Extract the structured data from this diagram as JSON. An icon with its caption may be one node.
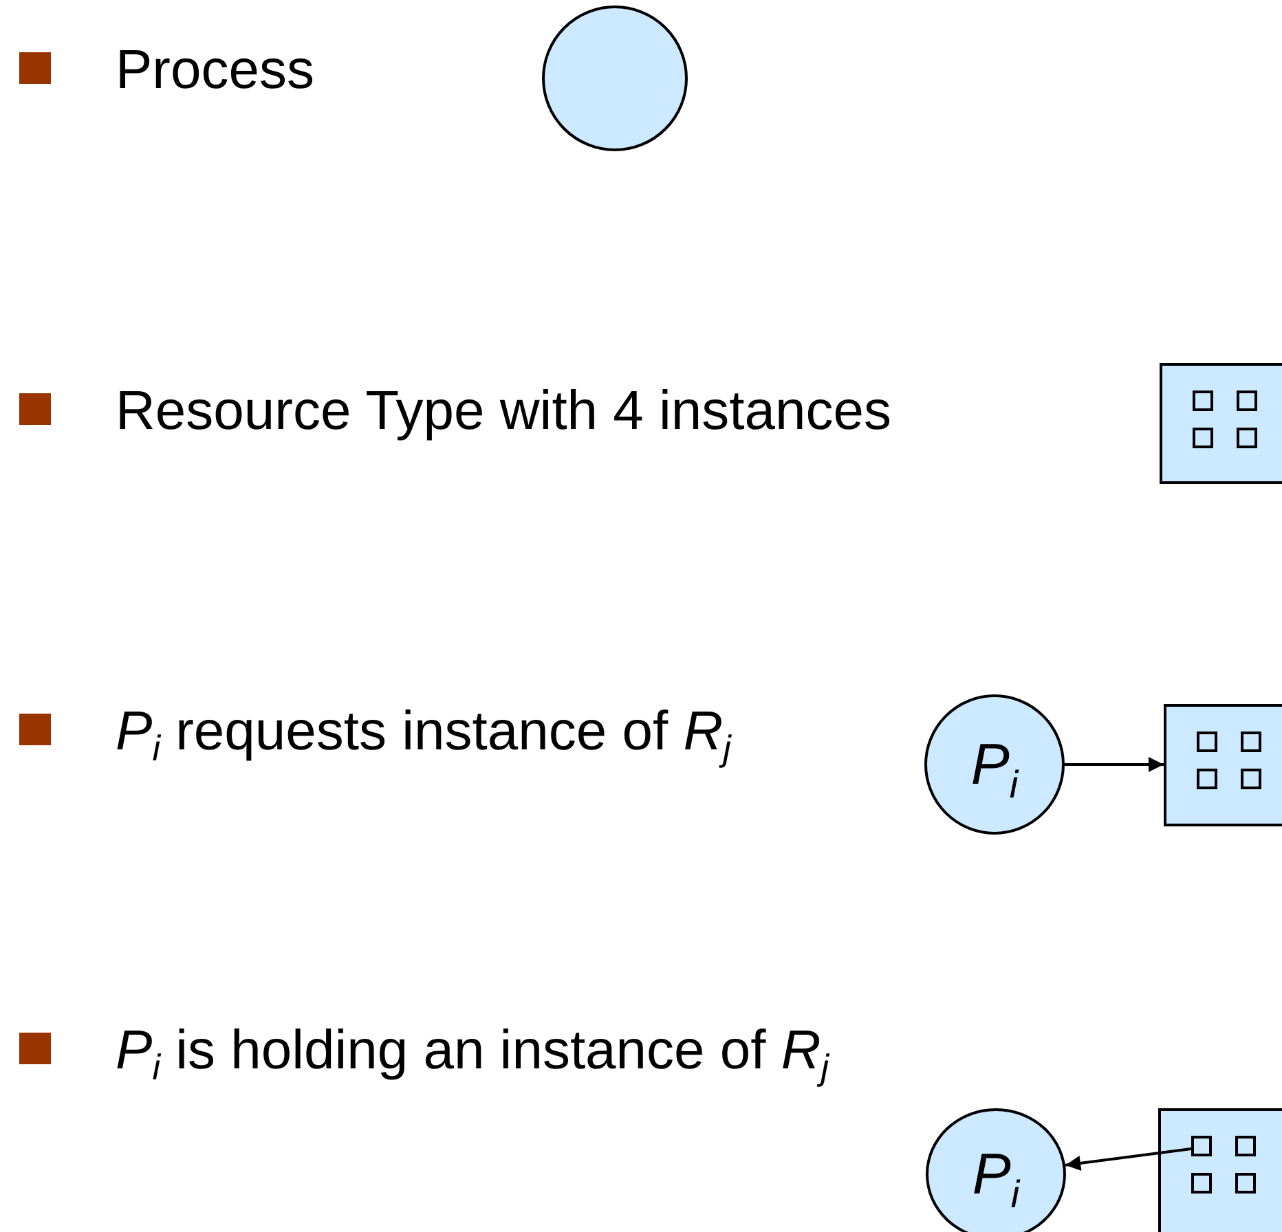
{
  "diagram": {
    "nodes": [
      {
        "text": [],
        "shape": "circle"
      },
      {
        "text": [],
        "shape": "box"
      },
      {
        "text": [
          "P$_{i}$"
        ]
      },
      {
        "text": [],
        "shape": "box"
      },
      {
        "text": [
          "P$_{i}$"
        ]
      },
      {
        "text": [],
        "shape": "box"
      },
      {
        "text": [],
        "shape": "box",
        "in": 5
      },
      {
        "text": [],
        "shape": "box",
        "in": 5
      },
      {
        "text": [],
        "shape": "box",
        "in": 5
      },
      {
        "text": [],
        "shape": "box",
        "in": 5
      }
    ],
    "edges": [
      {
        "from": 2,
        "to": 3,
        "arrow": "to"
      },
      {
        "from": 6,
        "to": 4,
        "arrow": "to"
      }
    ],
    "labels": [
      "Process",
      "Resource Type with 4 instances",
      "*P*$_{i}$ requests instance of *R*$_{j}$",
      "*P*$_{i}$ is holding an instance of *R*$_{j}$"
    ]
  }
}
